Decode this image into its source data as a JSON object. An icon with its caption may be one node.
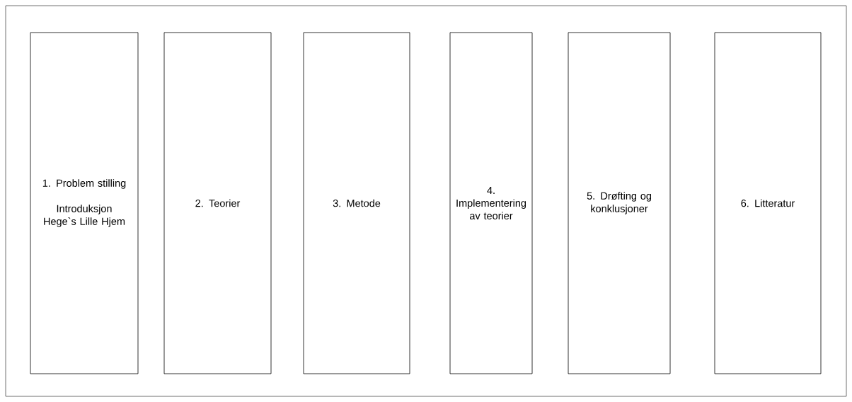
{
  "diagram": {
    "nodes": [
      {
        "text": [
          "1. Problem stilling",
          "Introduksjon Hege`s Lille Hjem"
        ]
      },
      {
        "text": [
          "2. Teorier"
        ]
      },
      {
        "text": [
          "3. Metode"
        ]
      },
      {
        "text": [
          "4. Implementering av teorier"
        ]
      },
      {
        "text": [
          "5. Drøfting og konklusjoner"
        ]
      },
      {
        "text": [
          "6. Litteratur"
        ]
      }
    ],
    "edges": []
  }
}
